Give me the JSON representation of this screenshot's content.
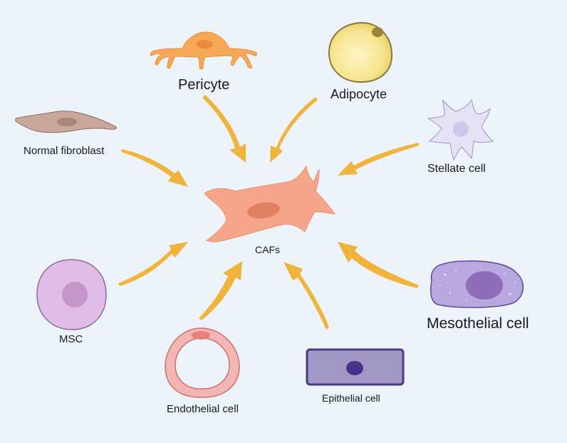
{
  "center": {
    "label": "CAFs"
  },
  "sources": [
    {
      "id": "pericyte",
      "label": "Pericyte"
    },
    {
      "id": "adipocyte",
      "label": "Adipocyte"
    },
    {
      "id": "normal-fibroblast",
      "label": "Normal fibroblast"
    },
    {
      "id": "stellate-cell",
      "label": "Stellate cell"
    },
    {
      "id": "msc",
      "label": "MSC"
    },
    {
      "id": "mesothelial-cell",
      "label": "Mesothelial cell"
    },
    {
      "id": "endothelial-cell",
      "label": "Endothelial cell"
    },
    {
      "id": "epithelial-cell",
      "label": "Epithelial cell"
    }
  ],
  "colors": {
    "background": "#edf3fa",
    "arrow": "#f0b43c",
    "caf_body": "#f4a58a",
    "caf_nucleus": "#e3805f"
  }
}
